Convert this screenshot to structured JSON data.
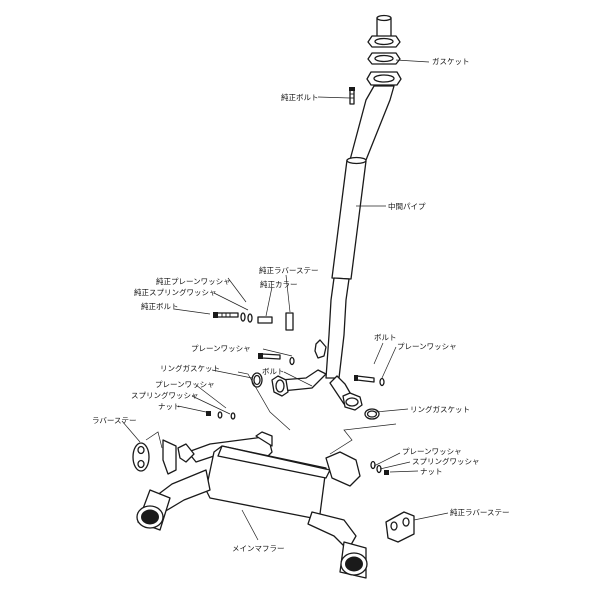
{
  "labels": {
    "gasket": "ガスケット",
    "oem_bolt_top": "純正ボルト",
    "middle_pipe": "中間パイプ",
    "oem_rubber_stay_top": "純正ラバーステー",
    "oem_plain_washer": "純正プレーンワッシャ",
    "oem_spring_washer": "純正スプリングワッシャ",
    "oem_collar": "純正カラー",
    "oem_bolt_left": "純正ボルト",
    "plain_washer_center": "プレーンワッシャ",
    "bolt_center": "ボルト",
    "bolt_right": "ボルト",
    "plain_washer_right": "プレーンワッシャ",
    "ring_gasket_left": "リングガスケット",
    "plain_washer_left": "プレーンワッシャ",
    "spring_washer_left": "スプリングワッシャ",
    "nut_left": "ナット",
    "ring_gasket_right": "リングガスケット",
    "rubber_stay": "ラバーステー",
    "plain_washer_lower_right": "プレーンワッシャ",
    "spring_washer_lower_right": "スプリングワッシャ",
    "nut_lower_right": "ナット",
    "oem_rubber_stay_right": "純正ラバーステー",
    "main_muffler": "メインマフラー"
  }
}
